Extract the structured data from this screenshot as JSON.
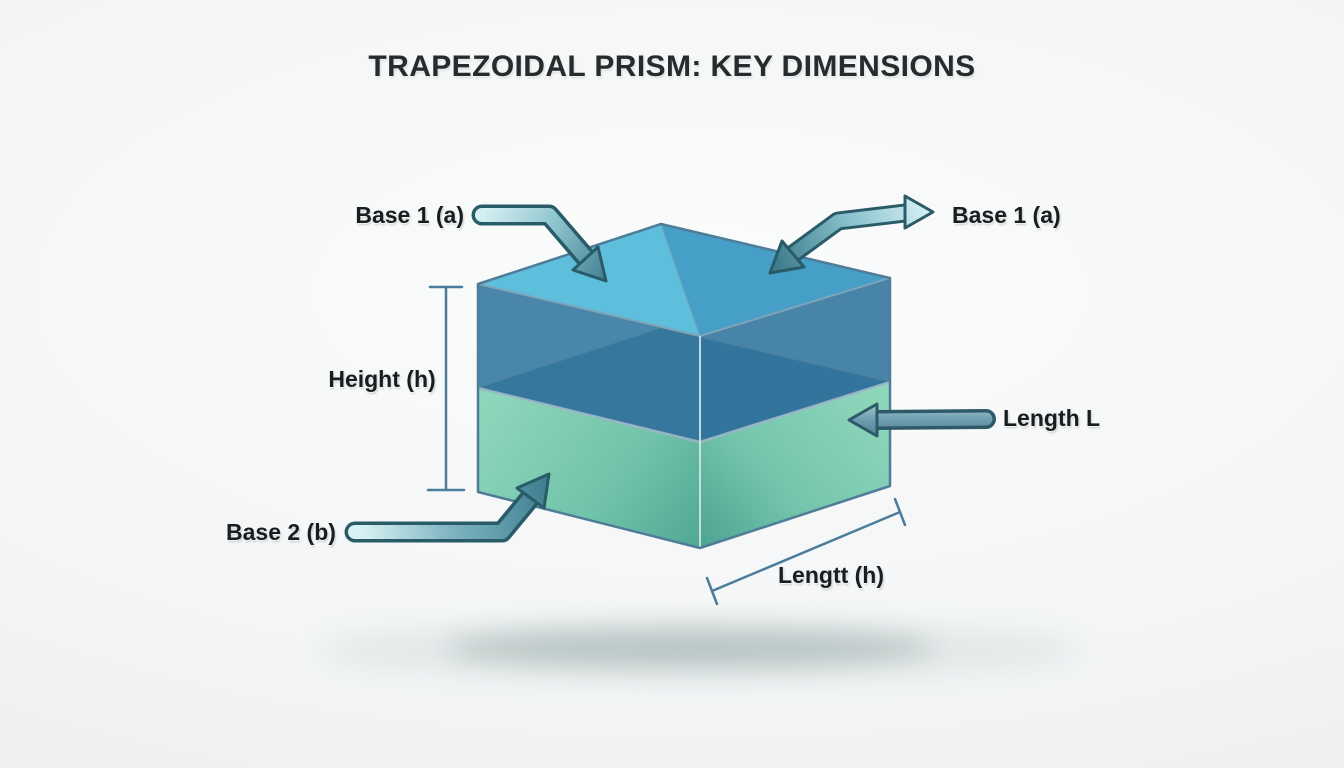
{
  "title": "TRAPEZOIDAL PRISM: KEY DIMENSIONS",
  "labels": {
    "base1_left": "Base 1 (a)",
    "base1_right": "Base 1 (a)",
    "height": "Height (h)",
    "base2": "Base 2 (b)",
    "length_side": "Length L",
    "length_bottom": "Lengtt (h)"
  },
  "colors": {
    "top_face_light": "#58bdda",
    "top_face_dark": "#3f9cc5",
    "upper_left_face": "#3679a0",
    "upper_right_face": "#34769e",
    "mid_plane": "#2b6a88",
    "lower_face_light": "#8ed6bb",
    "lower_face_dark": "#49a18f",
    "edge": "#4f7d99",
    "edge_light": "#9cb8c8",
    "arrow_light": "#d9f3f5",
    "arrow_dark": "#3e7d8f",
    "arrow_outline": "#2a5b68",
    "measure_line": "#4a7d9b",
    "label_text": "#1a1d20",
    "title_text": "#282b2e",
    "background": "#f3f5f6"
  }
}
